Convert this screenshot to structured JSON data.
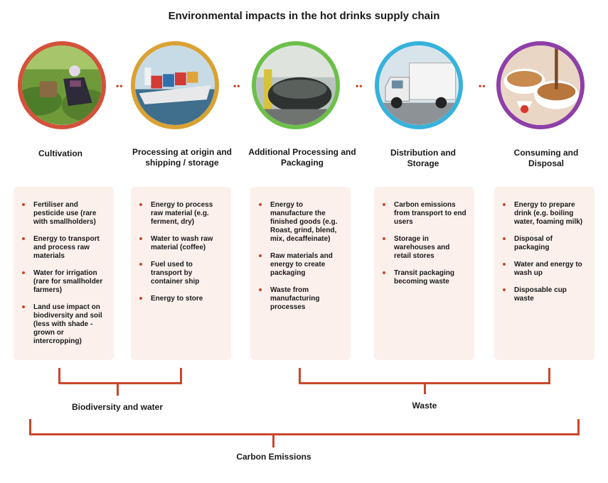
{
  "title": "Environmental impacts in the hot drinks supply chain",
  "colors": {
    "accent": "#c8472b",
    "card_bg": "#fbf0ec",
    "ring_cultivation": "#d4513a",
    "ring_processing": "#d9a233",
    "ring_additional": "#6cc04a",
    "ring_distribution": "#36b2dc",
    "ring_consuming": "#8e3fa8"
  },
  "connector_glyph": "••",
  "stages": [
    {
      "label": "Cultivation",
      "image": "tea-picker-photo",
      "items": [
        "Fertiliser and pesticide use (rare with smallholders)",
        "Energy to transport and process raw materials",
        "Water for irrigation (rare for smallholder farmers)",
        "Land use impact on biodiversity and soil (less with shade -grown or intercropping)"
      ]
    },
    {
      "label": "Processing at origin and shipping / storage",
      "image": "container-ship-photo",
      "items": [
        "Energy to process raw material (e.g. ferment, dry)",
        "Water to wash raw material (coffee)",
        "Fuel used to transport by container ship",
        "Energy to store"
      ]
    },
    {
      "label": "Additional Processing and Packaging",
      "image": "forklift-sacks-photo",
      "items": [
        "Energy to manufacture the finished goods (e.g. Roast, grind, blend, mix, decaffeinate)",
        "Raw materials and energy to create packaging",
        "Waste from manufacturing processes"
      ]
    },
    {
      "label": "Distribution and Storage",
      "image": "delivery-truck-photo",
      "items": [
        "Carbon emissions from transport to end users",
        "Storage in warehouses and retail stores",
        "Transit packaging becoming waste"
      ]
    },
    {
      "label": "Consuming and Disposal",
      "image": "coffee-cups-photo",
      "items": [
        "Energy to prepare drink (e.g. boiling water, foaming milk)",
        "Disposal of packaging",
        "Water and energy to wash up",
        "Disposable cup waste"
      ]
    }
  ],
  "groups": {
    "biodiversity": "Biodiversity and water",
    "waste": "Waste",
    "carbon": "Carbon Emissions"
  }
}
